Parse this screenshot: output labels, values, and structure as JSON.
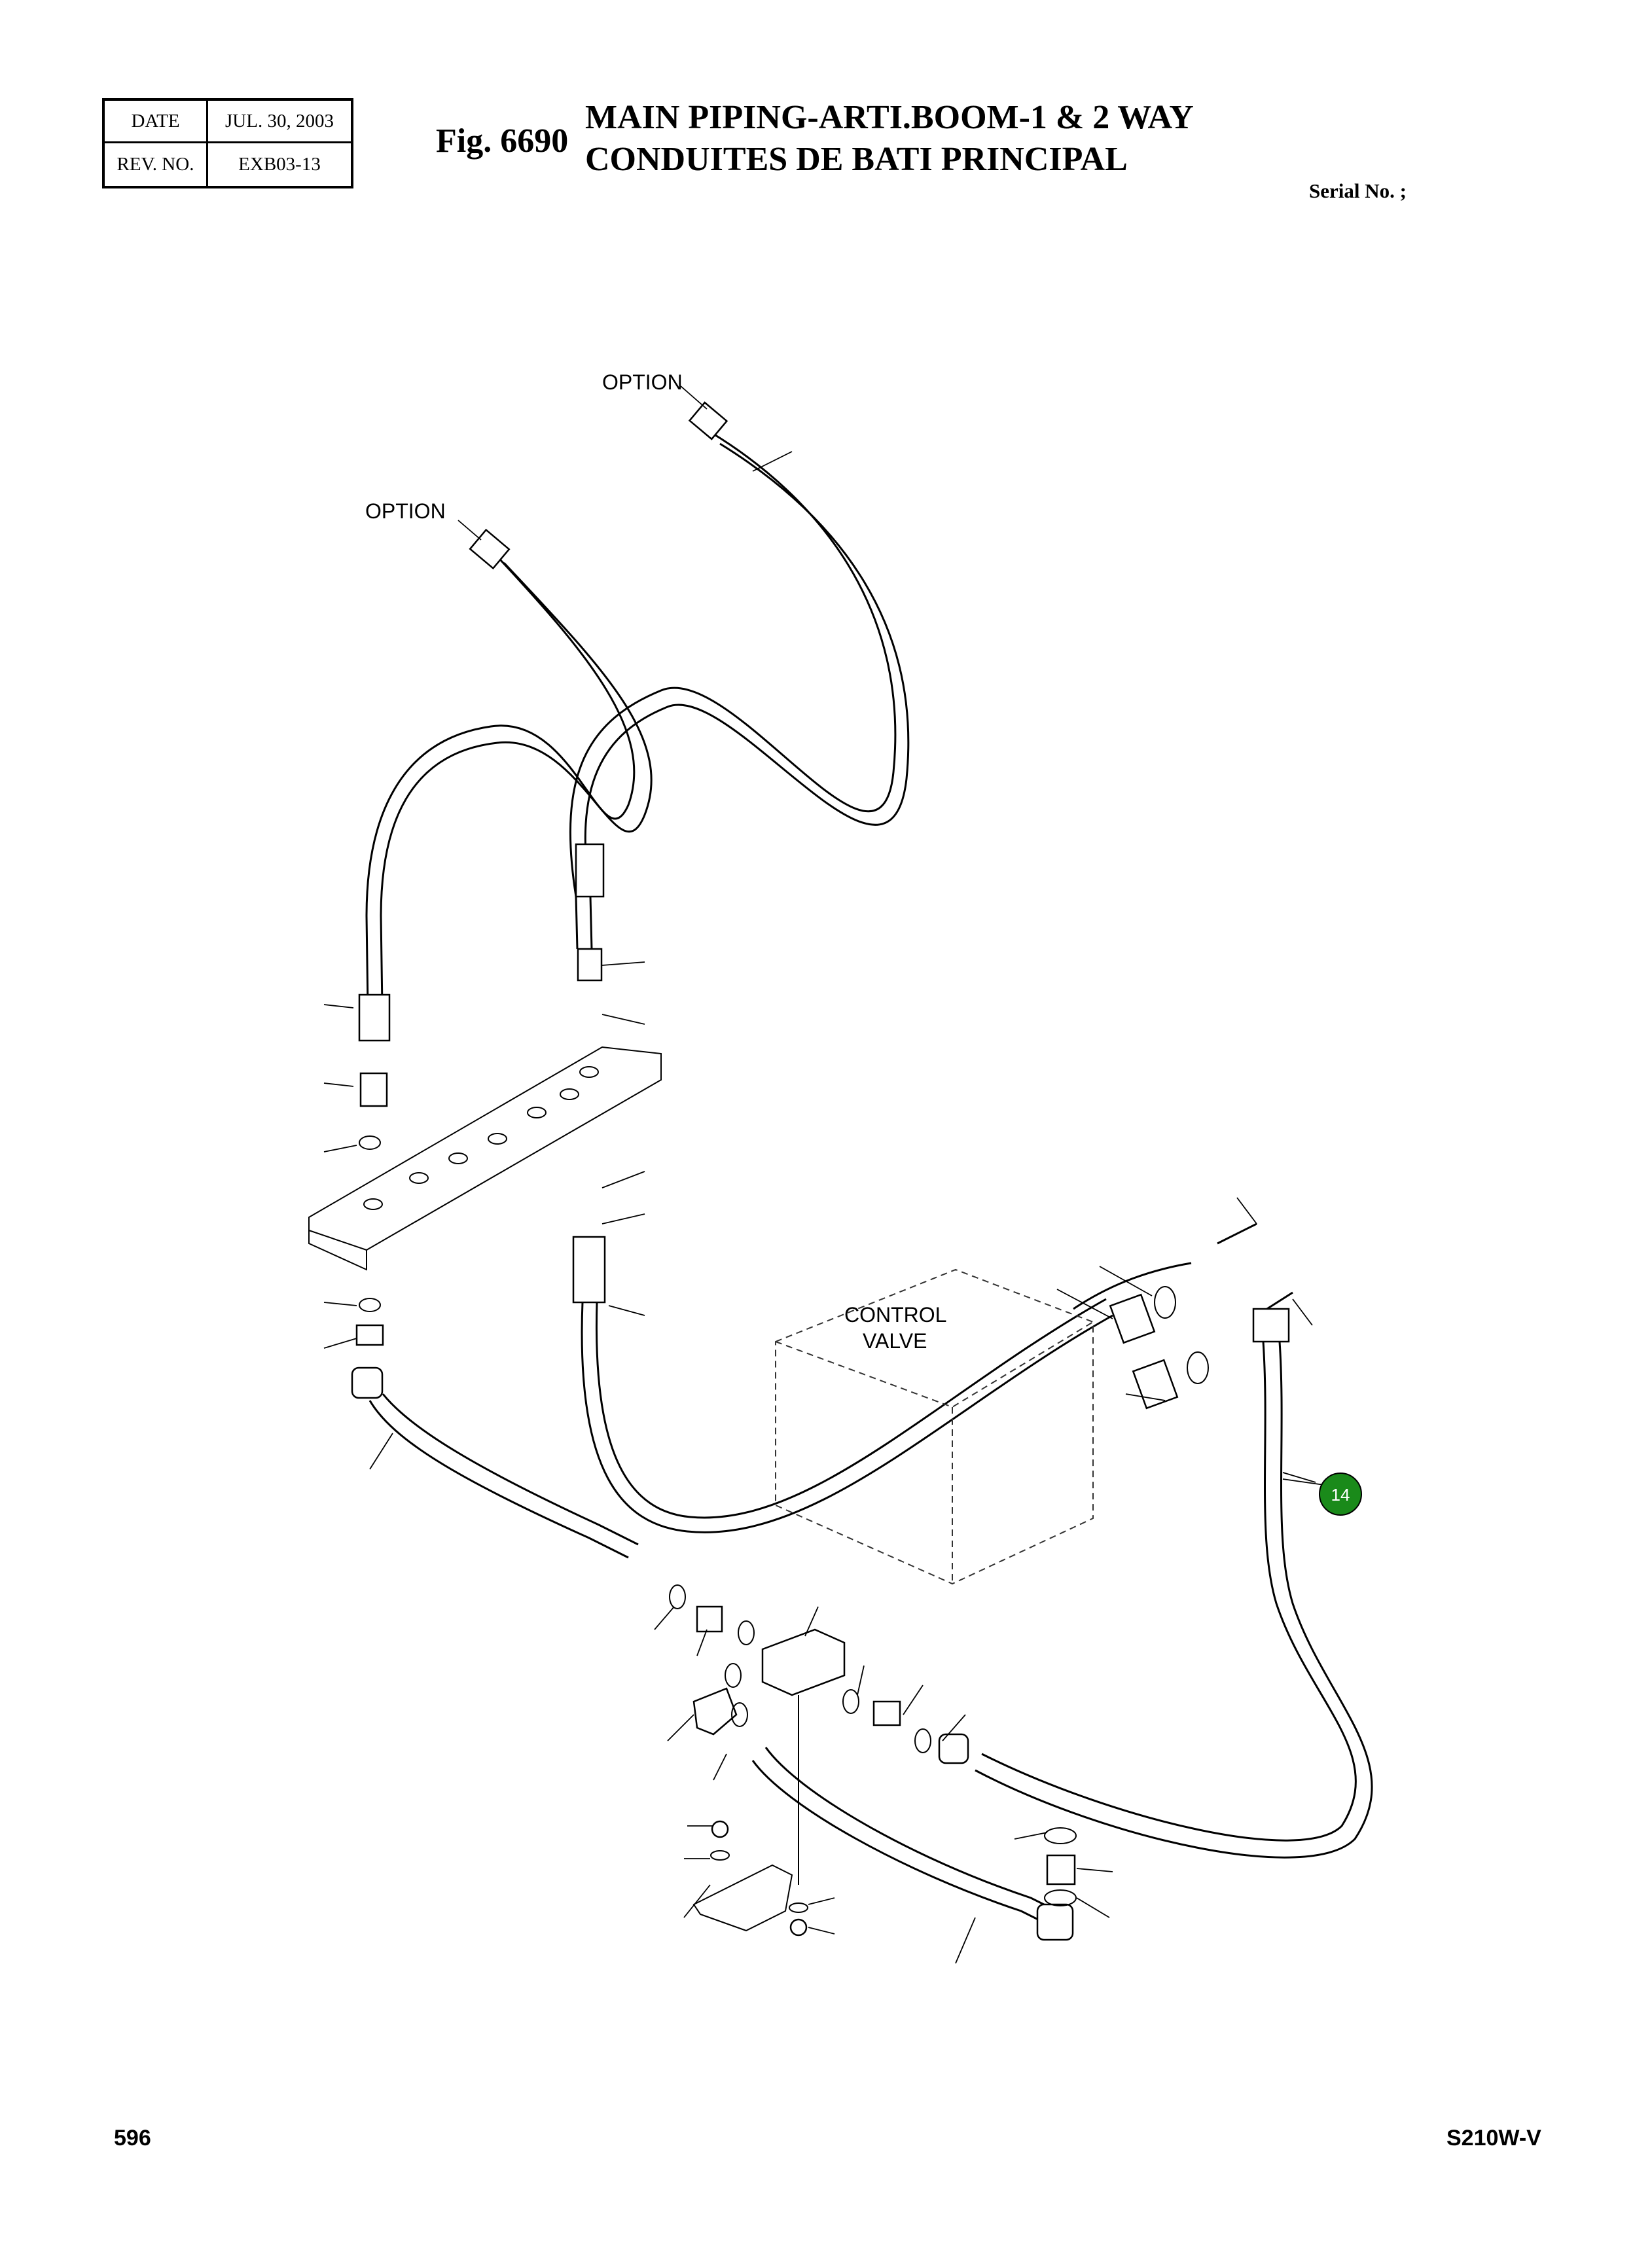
{
  "header": {
    "date_label": "DATE",
    "date_value": "JUL. 30, 2003",
    "rev_label": "REV. NO.",
    "rev_value": "EXB03-13",
    "fig_number": "Fig. 6690",
    "title_line1": "MAIN PIPING-ARTI.BOOM-1 & 2 WAY",
    "title_line2": "CONDUITES DE BATI PRINCIPAL",
    "serial": "Serial No. ;"
  },
  "diagram": {
    "labels": {
      "option_top": "OPTION",
      "option_left": "OPTION",
      "control_valve_line1": "CONTROL",
      "control_valve_line2": "VALVE"
    },
    "callout_badge": {
      "text": "14",
      "color": "#1a8a1a"
    }
  },
  "footer": {
    "page_number": "596",
    "model": "S210W-V"
  }
}
